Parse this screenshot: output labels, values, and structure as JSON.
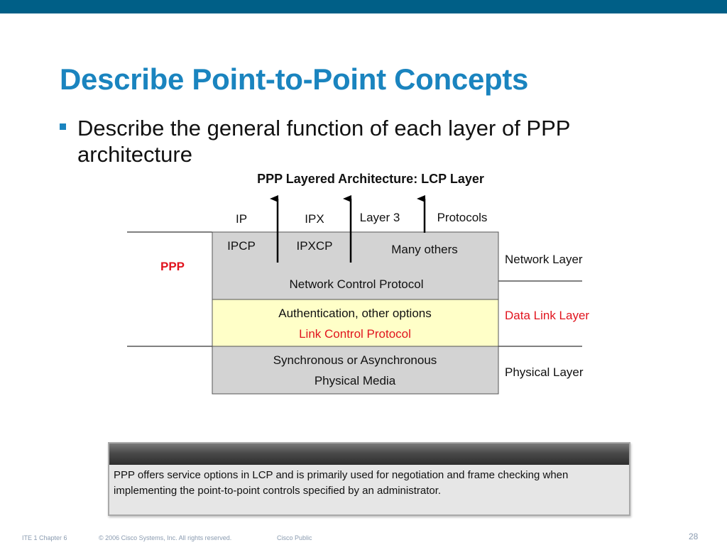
{
  "slide": {
    "title": "Describe Point-to-Point Concepts",
    "bullet": "Describe the general function of each layer of PPP architecture"
  },
  "diagram": {
    "title": "PPP Layered Architecture: LCP Layer",
    "top_labels": {
      "ip": "IP",
      "ipx": "IPX",
      "layer3": "Layer 3",
      "protocols": "Protocols"
    },
    "side_label": "PPP",
    "network_block": {
      "ipcp": "IPCP",
      "ipxcp": "IPXCP",
      "many_others": "Many others",
      "ncp": "Network Control Protocol"
    },
    "lcp_block": {
      "line1": "Authentication, other options",
      "line2": "Link Control Protocol"
    },
    "physical_block": {
      "line1": "Synchronous or Asynchronous",
      "line2": "Physical Media"
    },
    "layers": {
      "network": "Network Layer",
      "data_link": "Data Link Layer",
      "physical": "Physical Layer"
    },
    "colors": {
      "gray_block": "#d3d3d3",
      "yellow_block": "#ffffc8",
      "red_text": "#e1141e"
    }
  },
  "note": {
    "text": "PPP offers service options in LCP and is primarily used for negotiation and frame checking when implementing the point-to-point controls specified by an administrator."
  },
  "footer": {
    "chapter": "ITE 1 Chapter 6",
    "copyright": "© 2006 Cisco Systems, Inc. All rights reserved.",
    "classification": "Cisco Public",
    "page_number": "28"
  }
}
